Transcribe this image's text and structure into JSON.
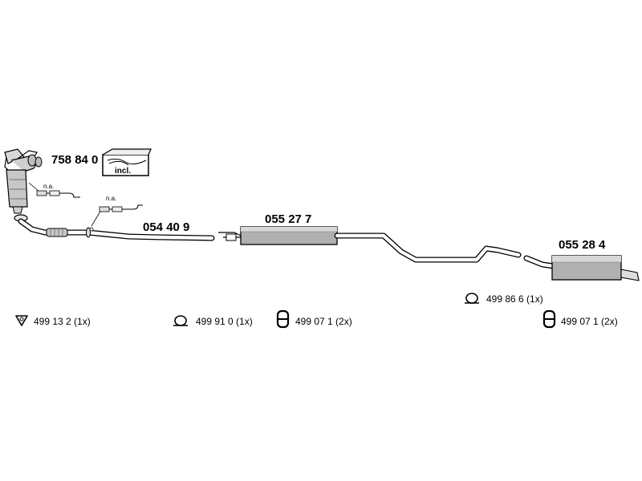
{
  "parts": {
    "manifold_catalyst": "758 84 0",
    "kit_incl_label": "incl.",
    "na_label_1": "n.a.",
    "na_label_2": "n.a.",
    "front_pipe": "054 40 9",
    "middle_silencer": "055 27 7",
    "rear_silencer": "055 28 4"
  },
  "accessories": {
    "gasket": "499 13 2 (1x)",
    "clamp_front": "499 91 0 (1x)",
    "rubber_mount_front": "499 07 1 (2x)",
    "clamp_rear": "499 86 6 (1x)",
    "rubber_mount_rear": "499 07 1 (2x)"
  }
}
